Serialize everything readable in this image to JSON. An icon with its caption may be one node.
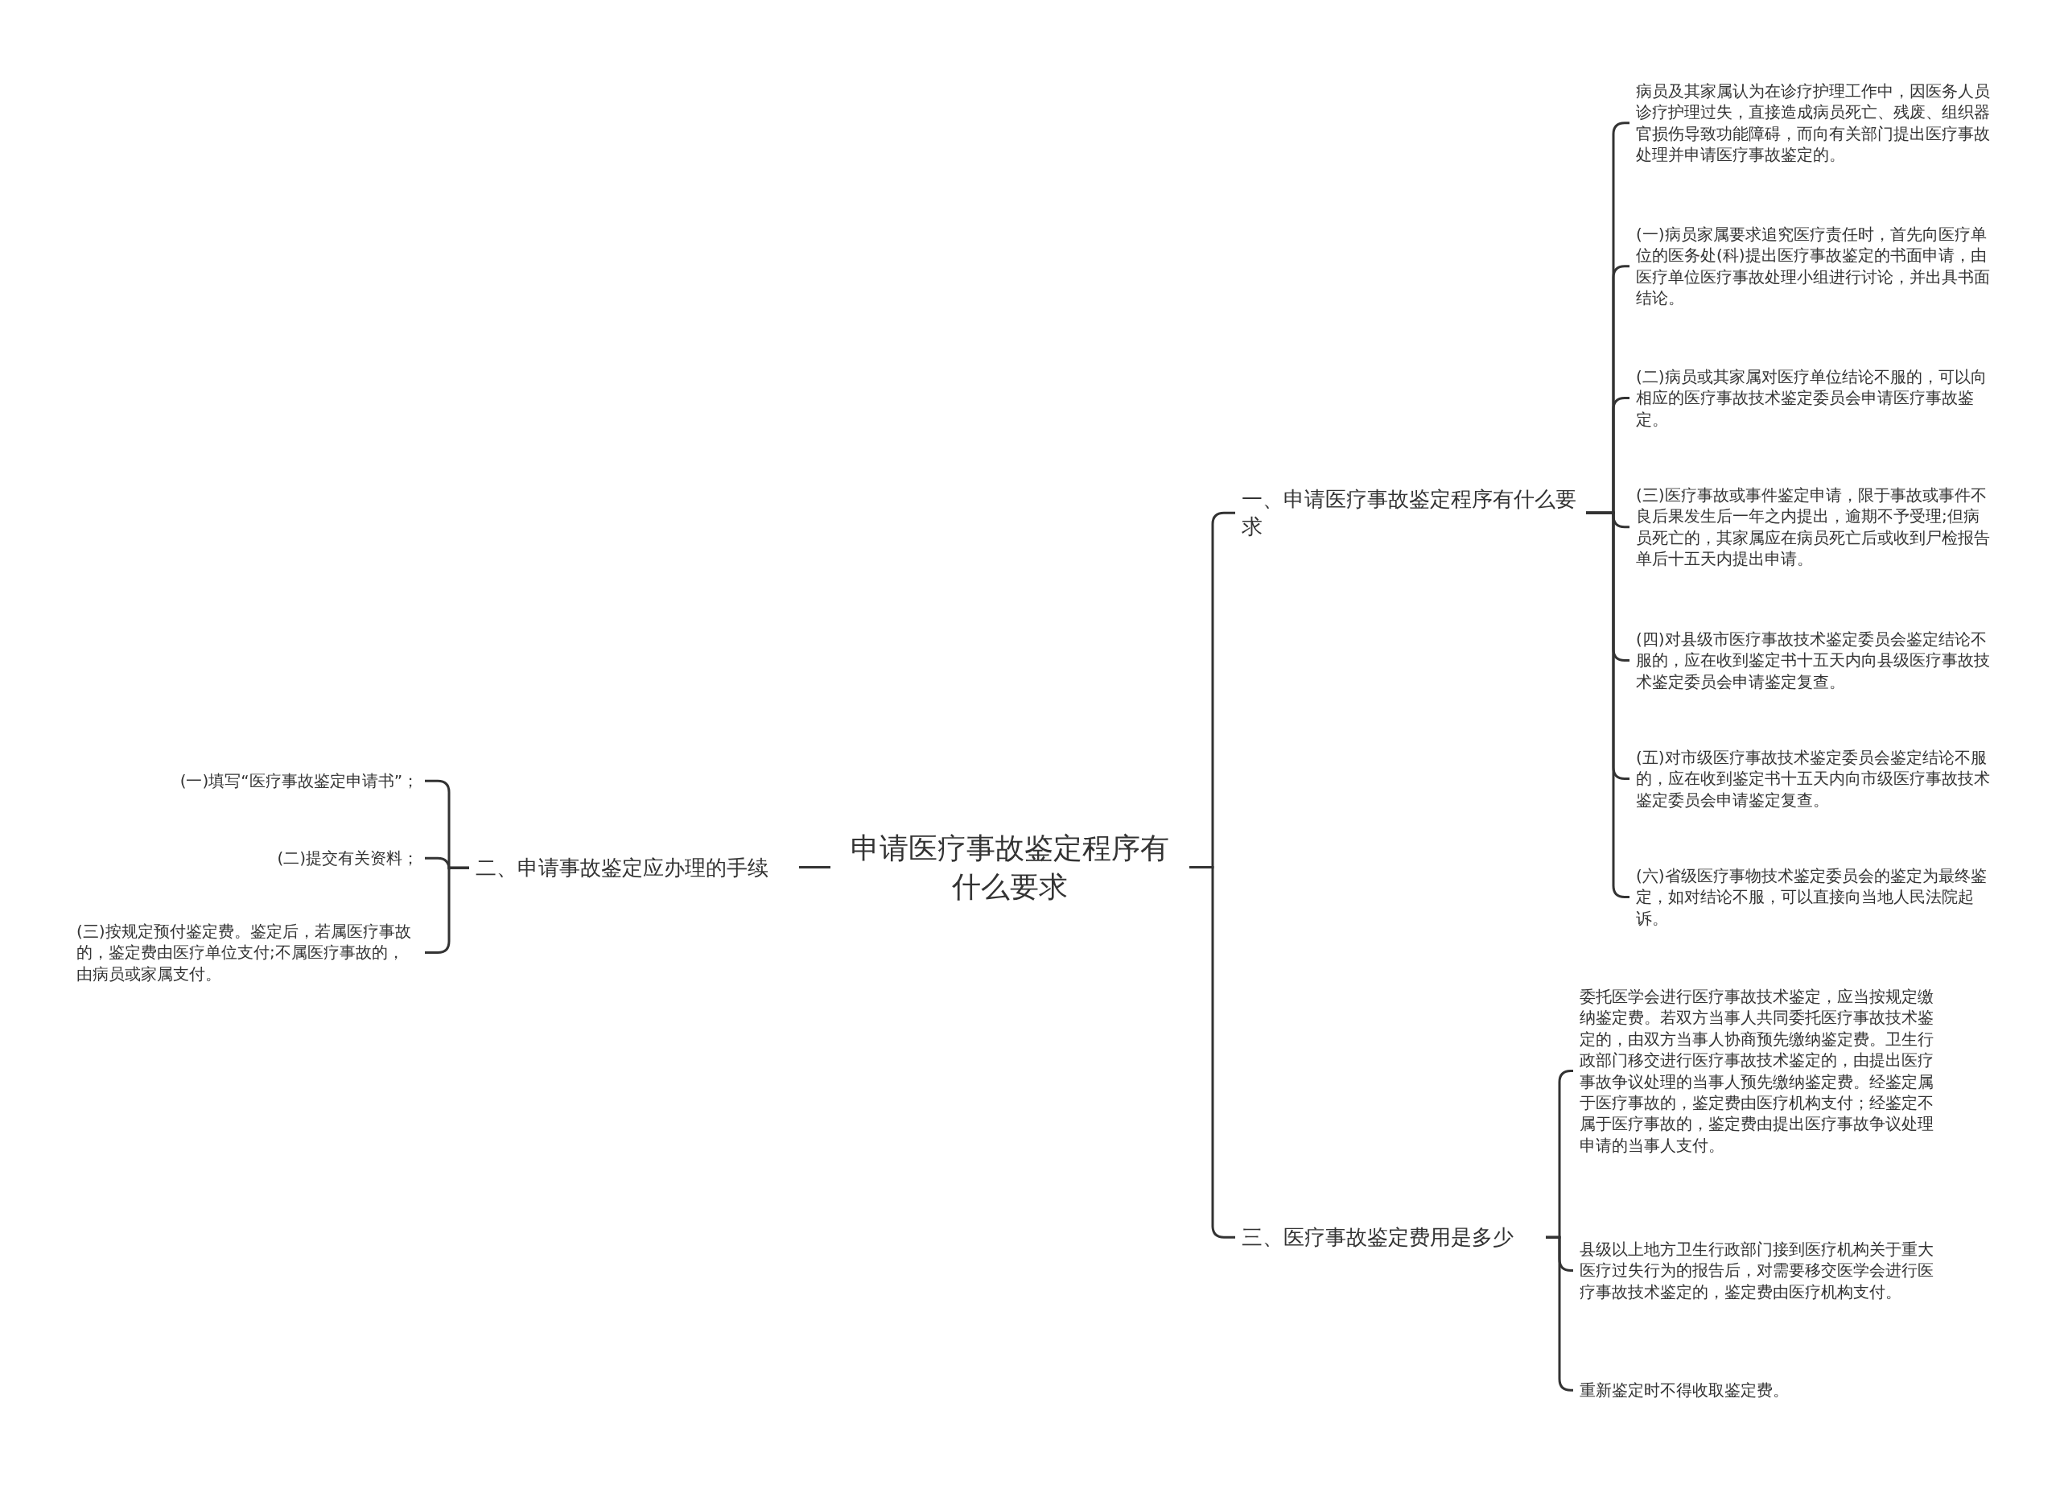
{
  "diagram": {
    "nodes": [
      {
        "text": [
          "申请医疗事故鉴定程序有什么要求"
        ]
      },
      {
        "text": [
          "一、申请医疗事故鉴定程序有什么要求"
        ]
      },
      {
        "text": [
          "病员及其家属认为在诊疗护理工作中，因医务人员诊疗护理过失，直接造成病员死亡、残废、组织器官损伤导致功能障碍，而向有关部门提出医疗事故处理并申请医疗事故鉴定的。"
        ]
      },
      {
        "text": [
          "(一)病员家属要求追究医疗责任时，首先向医疗单位的医务处(科)提出医疗事故鉴定的书面申请，由医疗单位医疗事故处理小组进行讨论，并出具书面结论。"
        ]
      },
      {
        "text": [
          "(二)病员或其家属对医疗单位结论不服的，可以向相应的医疗事故技术鉴定委员会申请医疗事故鉴定。"
        ]
      },
      {
        "text": [
          "(三)医疗事故或事件鉴定申请，限于事故或事件不良后果发生后一年之内提出，逾期不予受理;但病员死亡的，其家属应在病员死亡后或收到尸检报告单后十五天内提出申请。"
        ]
      },
      {
        "text": [
          "(四)对县级市医疗事故技术鉴定委员会鉴定结论不服的，应在收到鉴定书十五天内向县级医疗事故技术鉴定委员会申请鉴定复查。"
        ]
      },
      {
        "text": [
          "(五)对市级医疗事故技术鉴定委员会鉴定结论不服的，应在收到鉴定书十五天内向市级医疗事故技术鉴定委员会申请鉴定复查。"
        ]
      },
      {
        "text": [
          "(六)省级医疗事物技术鉴定委员会的鉴定为最终鉴定，如对结论不服，可以直接向当地人民法院起诉。"
        ]
      },
      {
        "text": [
          "二、申请事故鉴定应办理的手续"
        ]
      },
      {
        "text": [
          "(一)填写“医疗事故鉴定申请书”；"
        ]
      },
      {
        "text": [
          "(二)提交有关资料；"
        ]
      },
      {
        "text": [
          "(三)按规定预付鉴定费。鉴定后，若属医疗事故的，鉴定费由医疗单位支付;不属医疗事故的，由病员或家属支付。"
        ]
      },
      {
        "text": [
          "三、医疗事故鉴定费用是多少"
        ]
      },
      {
        "text": [
          "委托医学会进行医疗事故技术鉴定，应当按规定缴纳鉴定费。若双方当事人共同委托医疗事故技术鉴定的，由双方当事人协商预先缴纳鉴定费。卫生行政部门移交进行医疗事故技术鉴定的，由提出医疗事故争议处理的当事人预先缴纳鉴定费。经鉴定属于医疗事故的，鉴定费由医疗机构支付；经鉴定不属于医疗事故的，鉴定费由提出医疗事故争议处理申请的当事人支付。"
        ]
      },
      {
        "text": [
          "县级以上地方卫生行政部门接到医疗机构关于重大医疗过失行为的报告后，对需要移交医学会进行医疗事故技术鉴定的，鉴定费由医疗机构支付。"
        ]
      },
      {
        "text": [
          "重新鉴定时不得收取鉴定费。"
        ]
      }
    ],
    "edges": [
      {
        "from": 0,
        "to": 1,
        "arrow": "none"
      },
      {
        "from": 0,
        "to": 9,
        "arrow": "none"
      },
      {
        "from": 0,
        "to": 13,
        "arrow": "none"
      },
      {
        "from": 1,
        "to": 2,
        "arrow": "none"
      },
      {
        "from": 1,
        "to": 3,
        "arrow": "none"
      },
      {
        "from": 1,
        "to": 4,
        "arrow": "none"
      },
      {
        "from": 1,
        "to": 5,
        "arrow": "none"
      },
      {
        "from": 1,
        "to": 6,
        "arrow": "none"
      },
      {
        "from": 1,
        "to": 7,
        "arrow": "none"
      },
      {
        "from": 1,
        "to": 8,
        "arrow": "none"
      },
      {
        "from": 9,
        "to": 10,
        "arrow": "none"
      },
      {
        "from": 9,
        "to": 11,
        "arrow": "none"
      },
      {
        "from": 9,
        "to": 12,
        "arrow": "none"
      },
      {
        "from": 13,
        "to": 14,
        "arrow": "none"
      },
      {
        "from": 13,
        "to": 15,
        "arrow": "none"
      },
      {
        "from": 13,
        "to": 16,
        "arrow": "none"
      }
    ]
  }
}
